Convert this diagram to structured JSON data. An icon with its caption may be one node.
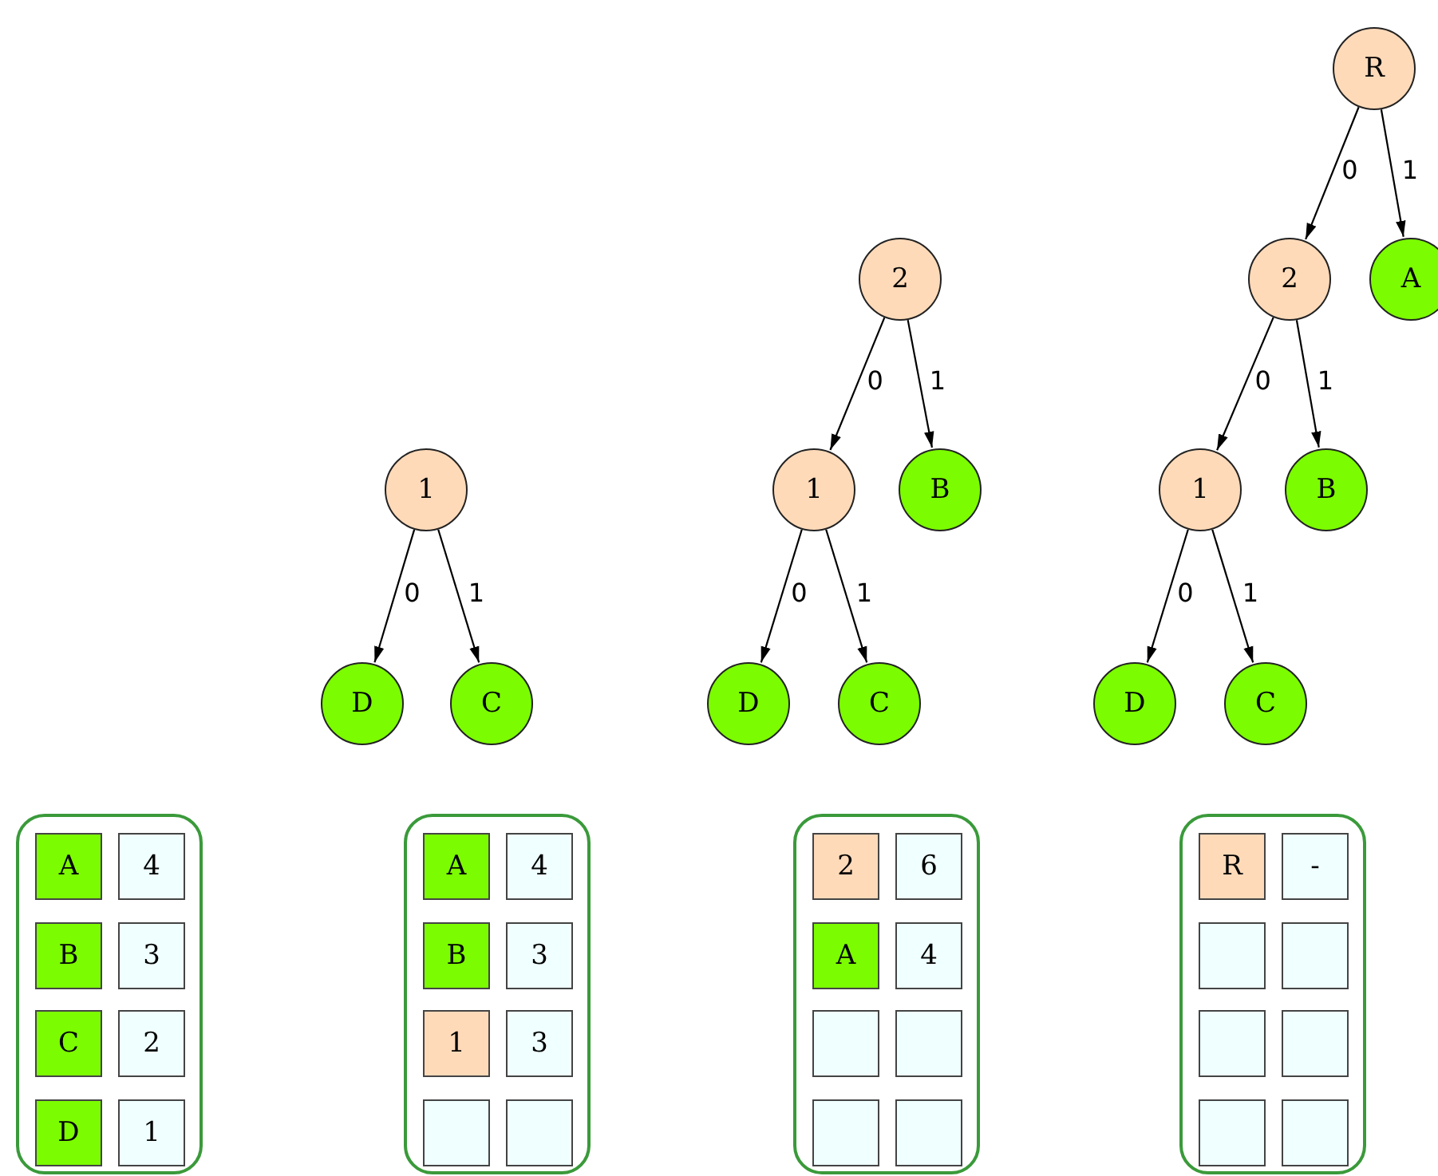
{
  "diagram": {
    "nodes": [
      {
        "text": [
          "1"
        ]
      },
      {
        "text": [
          "D"
        ]
      },
      {
        "text": [
          "C"
        ]
      },
      {
        "text": [
          "2"
        ]
      },
      {
        "text": [
          "1"
        ]
      },
      {
        "text": [
          "B"
        ]
      },
      {
        "text": [
          "D"
        ]
      },
      {
        "text": [
          "C"
        ]
      },
      {
        "text": [
          "R"
        ]
      },
      {
        "text": [
          "2"
        ]
      },
      {
        "text": [
          "A"
        ]
      },
      {
        "text": [
          "1"
        ]
      },
      {
        "text": [
          "B"
        ]
      },
      {
        "text": [
          "D"
        ]
      },
      {
        "text": [
          "C"
        ]
      },
      {
        "text": [],
        "shape": "box"
      },
      {
        "text": [
          "A"
        ],
        "in": 15
      },
      {
        "text": [
          "4"
        ],
        "in": 15
      },
      {
        "text": [
          "B"
        ],
        "in": 15
      },
      {
        "text": [
          "3"
        ],
        "in": 15
      },
      {
        "text": [
          "C"
        ],
        "in": 15
      },
      {
        "text": [
          "2"
        ],
        "in": 15
      },
      {
        "text": [
          "D"
        ],
        "in": 15
      },
      {
        "text": [
          "1"
        ],
        "in": 15
      },
      {
        "text": [],
        "shape": "box"
      },
      {
        "text": [
          "A"
        ],
        "in": 24
      },
      {
        "text": [
          "4"
        ],
        "in": 24
      },
      {
        "text": [
          "B"
        ],
        "in": 24
      },
      {
        "text": [
          "3"
        ],
        "in": 24
      },
      {
        "text": [
          "1"
        ],
        "in": 24
      },
      {
        "text": [
          "3"
        ],
        "in": 24
      },
      {
        "text": [],
        "shape": "box",
        "in": 24
      },
      {
        "text": [],
        "shape": "box",
        "in": 24
      },
      {
        "text": [],
        "shape": "box"
      },
      {
        "text": [
          "2"
        ],
        "in": 33
      },
      {
        "text": [
          "6"
        ],
        "in": 33
      },
      {
        "text": [
          "A"
        ],
        "in": 33
      },
      {
        "text": [
          "4"
        ],
        "in": 33
      },
      {
        "text": [],
        "shape": "box",
        "in": 33
      },
      {
        "text": [],
        "shape": "box",
        "in": 33
      },
      {
        "text": [],
        "shape": "box",
        "in": 33
      },
      {
        "text": [],
        "shape": "box",
        "in": 33
      },
      {
        "text": [],
        "shape": "box"
      },
      {
        "text": [
          "R"
        ],
        "in": 42
      },
      {
        "text": [
          "-"
        ],
        "in": 42
      },
      {
        "text": [],
        "shape": "box",
        "in": 42
      },
      {
        "text": [],
        "shape": "box",
        "in": 42
      },
      {
        "text": [],
        "shape": "box",
        "in": 42
      },
      {
        "text": [],
        "shape": "box",
        "in": 42
      },
      {
        "text": [],
        "shape": "box",
        "in": 42
      },
      {
        "text": [],
        "shape": "box",
        "in": 42
      }
    ],
    "edges": [
      {
        "from": 0,
        "to": 1,
        "arrow": "to",
        "label": "0"
      },
      {
        "from": 0,
        "to": 2,
        "arrow": "to",
        "label": "1"
      },
      {
        "from": 3,
        "to": 4,
        "arrow": "to",
        "label": "0"
      },
      {
        "from": 3,
        "to": 5,
        "arrow": "to",
        "label": "1"
      },
      {
        "from": 4,
        "to": 6,
        "arrow": "to",
        "label": "0"
      },
      {
        "from": 4,
        "to": 7,
        "arrow": "to",
        "label": "1"
      },
      {
        "from": 8,
        "to": 9,
        "arrow": "to",
        "label": "0"
      },
      {
        "from": 8,
        "to": 10,
        "arrow": "to",
        "label": "1"
      },
      {
        "from": 9,
        "to": 11,
        "arrow": "to",
        "label": "0"
      },
      {
        "from": 9,
        "to": 12,
        "arrow": "to",
        "label": "1"
      },
      {
        "from": 11,
        "to": 13,
        "arrow": "to",
        "label": "0"
      },
      {
        "from": 11,
        "to": 14,
        "arrow": "to",
        "label": "1"
      }
    ]
  }
}
